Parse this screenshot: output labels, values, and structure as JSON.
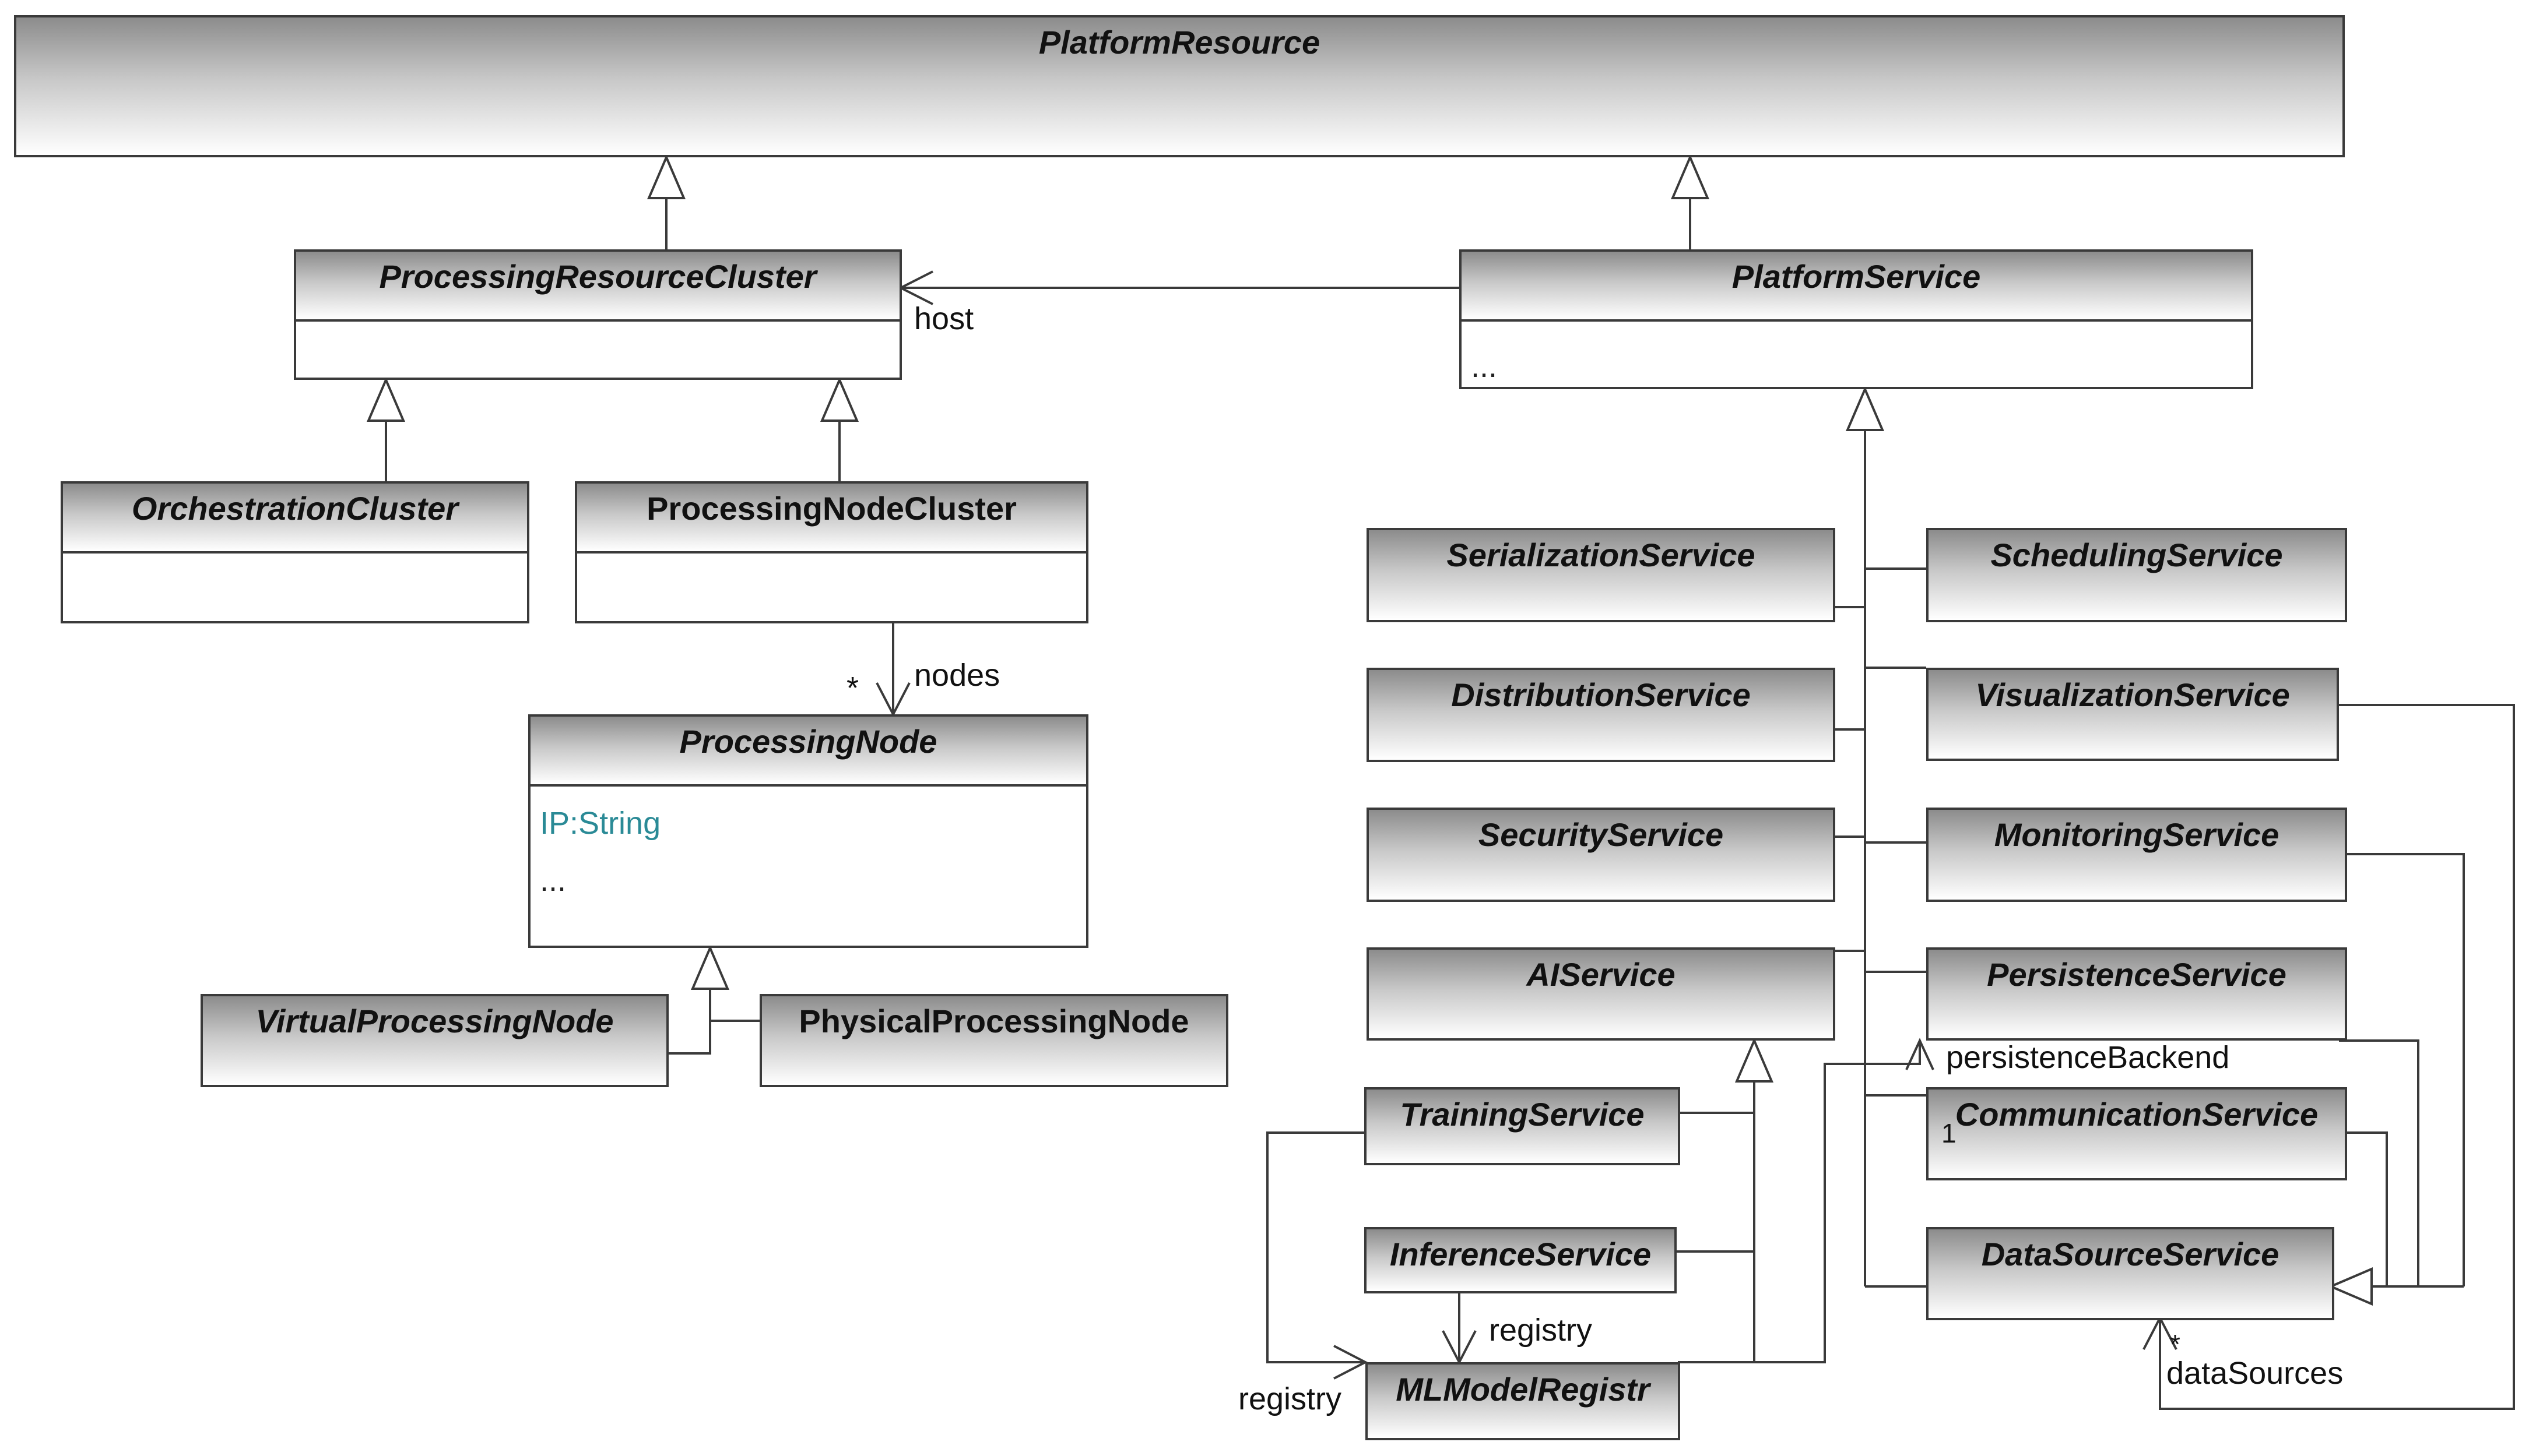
{
  "classes": {
    "platform_resource": {
      "name": "PlatformResource"
    },
    "processing_resource_cluster": {
      "name": "ProcessingResourceCluster"
    },
    "platform_service": {
      "name": "PlatformService",
      "attrs": "..."
    },
    "orchestration_cluster": {
      "name": "OrchestrationCluster"
    },
    "processing_node_cluster": {
      "name": "ProcessingNodeCluster"
    },
    "processing_node": {
      "name": "ProcessingNode",
      "attr_ip_name": "IP",
      "attr_ip_sep": ":",
      "attr_ip_type": "String",
      "attrs_more": "..."
    },
    "virtual_processing_node": {
      "name": "VirtualProcessingNode"
    },
    "physical_processing_node": {
      "name": "PhysicalProcessingNode"
    },
    "serialization_service": {
      "name": "SerializationService"
    },
    "scheduling_service": {
      "name": "SchedulingService"
    },
    "distribution_service": {
      "name": "DistributionService"
    },
    "visualization_service": {
      "name": "VisualizationService"
    },
    "security_service": {
      "name": "SecurityService"
    },
    "monitoring_service": {
      "name": "MonitoringService"
    },
    "ai_service": {
      "name": "AIService"
    },
    "persistence_service": {
      "name": "PersistenceService"
    },
    "training_service": {
      "name": "TrainingService"
    },
    "communication_service": {
      "name": "CommunicationService"
    },
    "inference_service": {
      "name": "InferenceService"
    },
    "data_source_service": {
      "name": "DataSourceService"
    },
    "ml_model_registry": {
      "name": "MLModelRegistr"
    }
  },
  "labels": {
    "host": "host",
    "nodes": "nodes",
    "nodes_mult": "*",
    "persistence_backend": "persistenceBackend",
    "persistence_backend_mult": "1",
    "registry_inference": "registry",
    "registry_training": "registry",
    "data_sources": "dataSources",
    "data_sources_mult": "*"
  }
}
